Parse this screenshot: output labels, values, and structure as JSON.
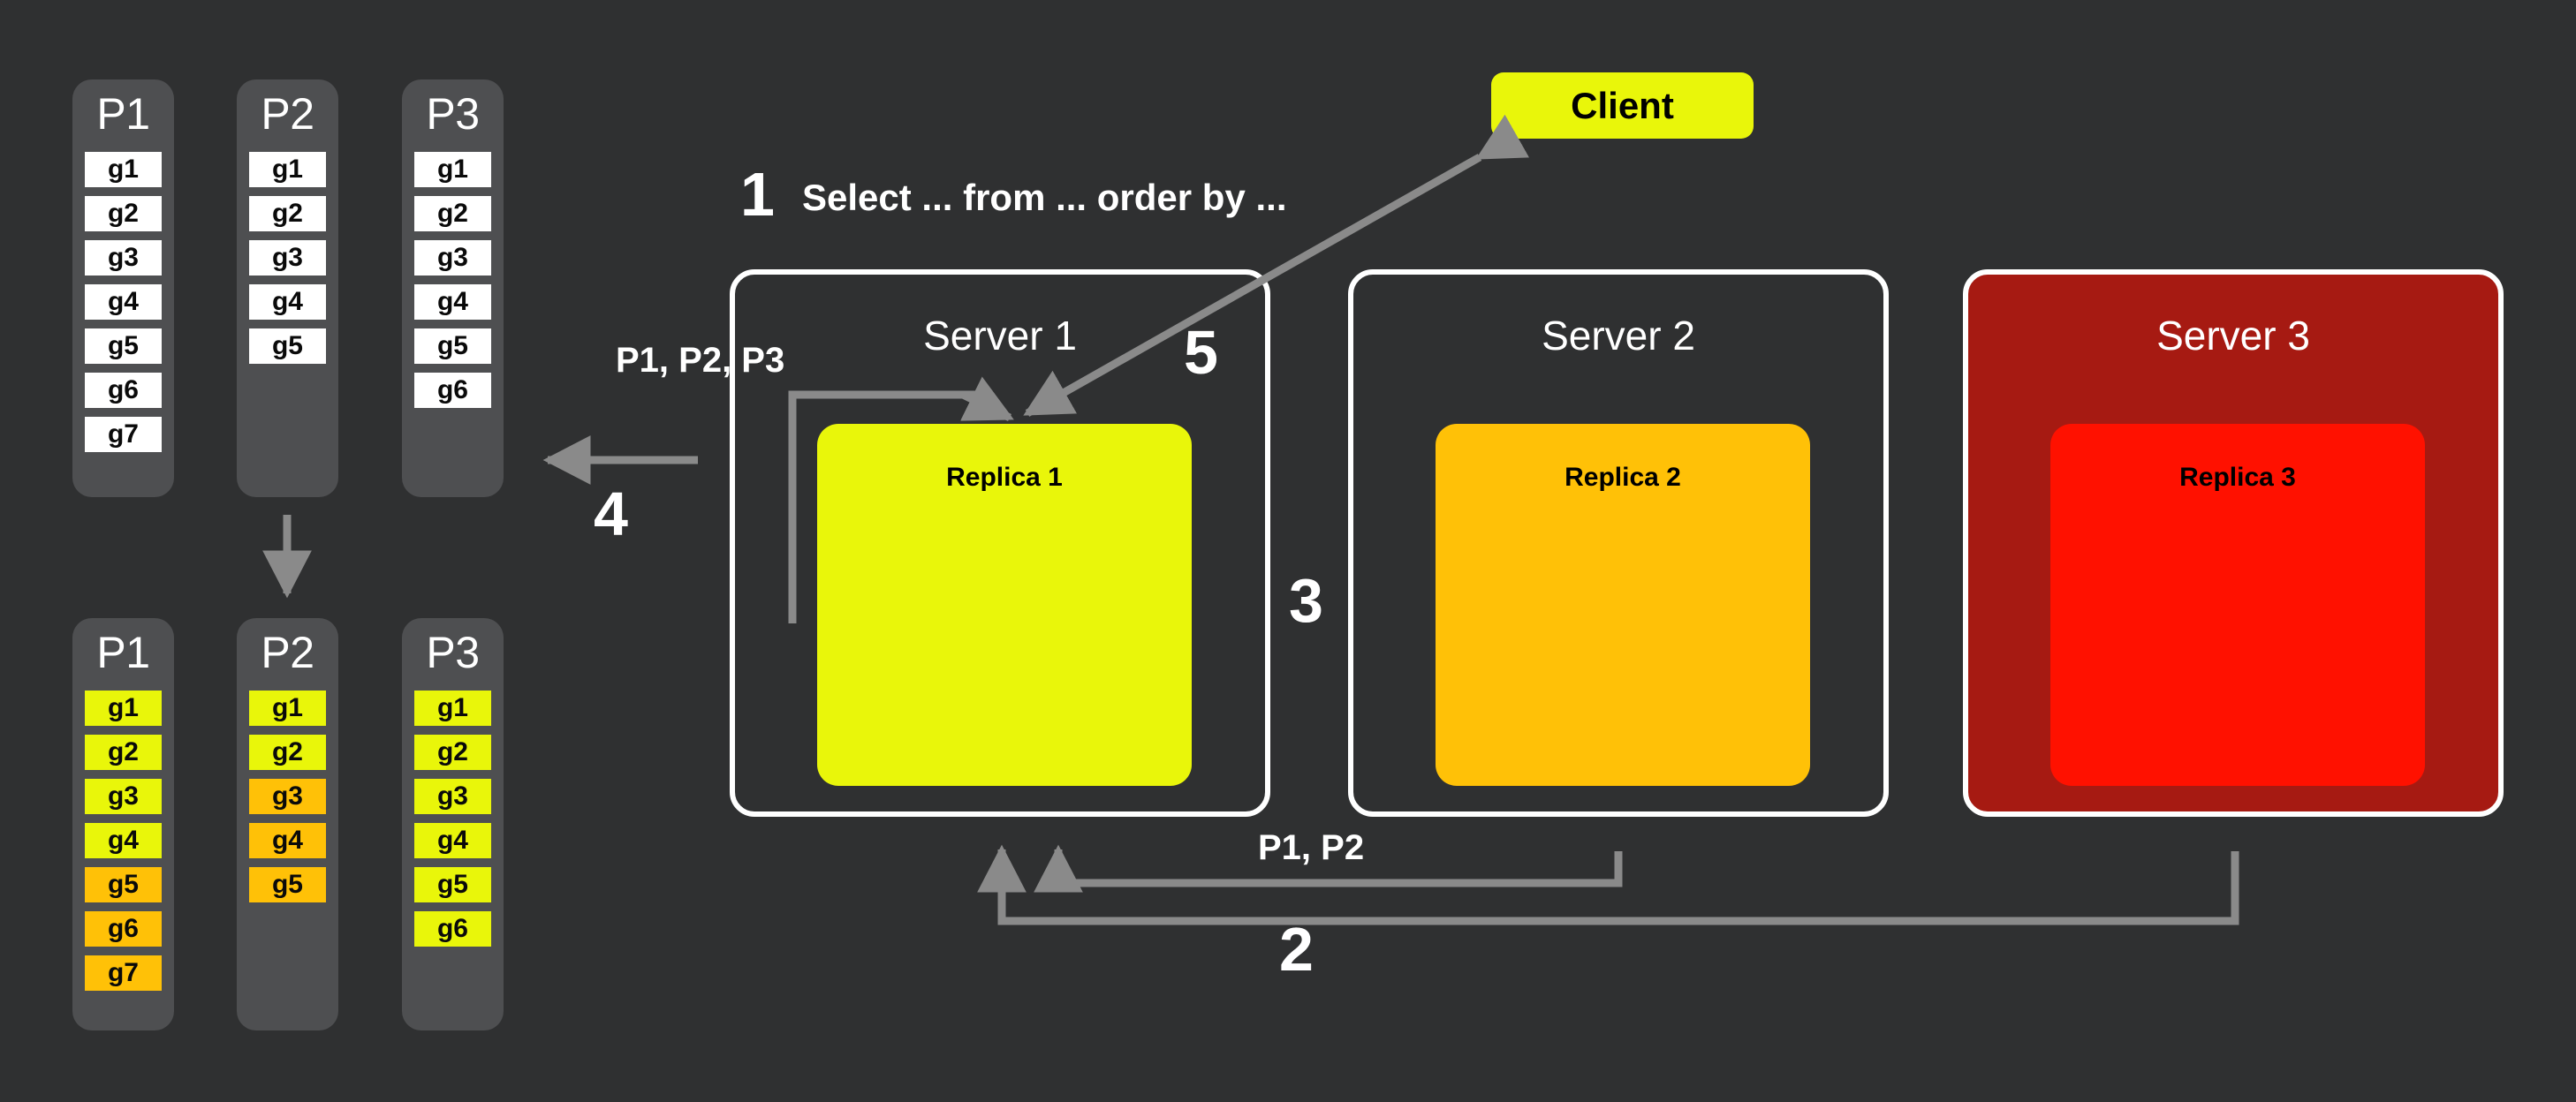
{
  "background_color": "#2f3031",
  "colors": {
    "column_bg": "#4e4f51",
    "cell_white": "#ffffff",
    "cell_yellow": "#e9f60a",
    "cell_orange": "#ffc107",
    "replica1": "#e9f60a",
    "replica2": "#ffc107",
    "replica3": "#ff1100",
    "server3_bg": "#a61a12",
    "client_bg": "#e9f60a",
    "arrow_gray": "#8a8a8a",
    "text_white": "#ffffff"
  },
  "partitions_top": [
    {
      "name": "P1",
      "cells": [
        {
          "label": "g1",
          "color": "white"
        },
        {
          "label": "g2",
          "color": "white"
        },
        {
          "label": "g3",
          "color": "white"
        },
        {
          "label": "g4",
          "color": "white"
        },
        {
          "label": "g5",
          "color": "white"
        },
        {
          "label": "g6",
          "color": "white"
        },
        {
          "label": "g7",
          "color": "white"
        }
      ]
    },
    {
      "name": "P2",
      "cells": [
        {
          "label": "g1",
          "color": "white"
        },
        {
          "label": "g2",
          "color": "white"
        },
        {
          "label": "g3",
          "color": "white"
        },
        {
          "label": "g4",
          "color": "white"
        },
        {
          "label": "g5",
          "color": "white"
        }
      ]
    },
    {
      "name": "P3",
      "cells": [
        {
          "label": "g1",
          "color": "white"
        },
        {
          "label": "g2",
          "color": "white"
        },
        {
          "label": "g3",
          "color": "white"
        },
        {
          "label": "g4",
          "color": "white"
        },
        {
          "label": "g5",
          "color": "white"
        },
        {
          "label": "g6",
          "color": "white"
        }
      ]
    }
  ],
  "partitions_bottom": [
    {
      "name": "P1",
      "cells": [
        {
          "label": "g1",
          "color": "yellow"
        },
        {
          "label": "g2",
          "color": "yellow"
        },
        {
          "label": "g3",
          "color": "yellow"
        },
        {
          "label": "g4",
          "color": "yellow"
        },
        {
          "label": "g5",
          "color": "orange"
        },
        {
          "label": "g6",
          "color": "orange"
        },
        {
          "label": "g7",
          "color": "orange"
        }
      ]
    },
    {
      "name": "P2",
      "cells": [
        {
          "label": "g1",
          "color": "yellow"
        },
        {
          "label": "g2",
          "color": "yellow"
        },
        {
          "label": "g3",
          "color": "orange"
        },
        {
          "label": "g4",
          "color": "orange"
        },
        {
          "label": "g5",
          "color": "orange"
        }
      ]
    },
    {
      "name": "P3",
      "cells": [
        {
          "label": "g1",
          "color": "yellow"
        },
        {
          "label": "g2",
          "color": "yellow"
        },
        {
          "label": "g3",
          "color": "yellow"
        },
        {
          "label": "g4",
          "color": "yellow"
        },
        {
          "label": "g5",
          "color": "yellow"
        },
        {
          "label": "g6",
          "color": "yellow"
        }
      ]
    }
  ],
  "client": {
    "label": "Client"
  },
  "servers": [
    {
      "title": "Server 1",
      "replica": "Replica 1"
    },
    {
      "title": "Server 2",
      "replica": "Replica 2"
    },
    {
      "title": "Server 3",
      "replica": "Replica 3"
    }
  ],
  "steps": {
    "one": "1",
    "two": "2",
    "three": "3",
    "four": "4",
    "five": "5"
  },
  "labels": {
    "query": "Select ... from ... order by ...",
    "partitions_all": "P1, P2, P3",
    "partitions_p1p2": "P1, P2"
  }
}
